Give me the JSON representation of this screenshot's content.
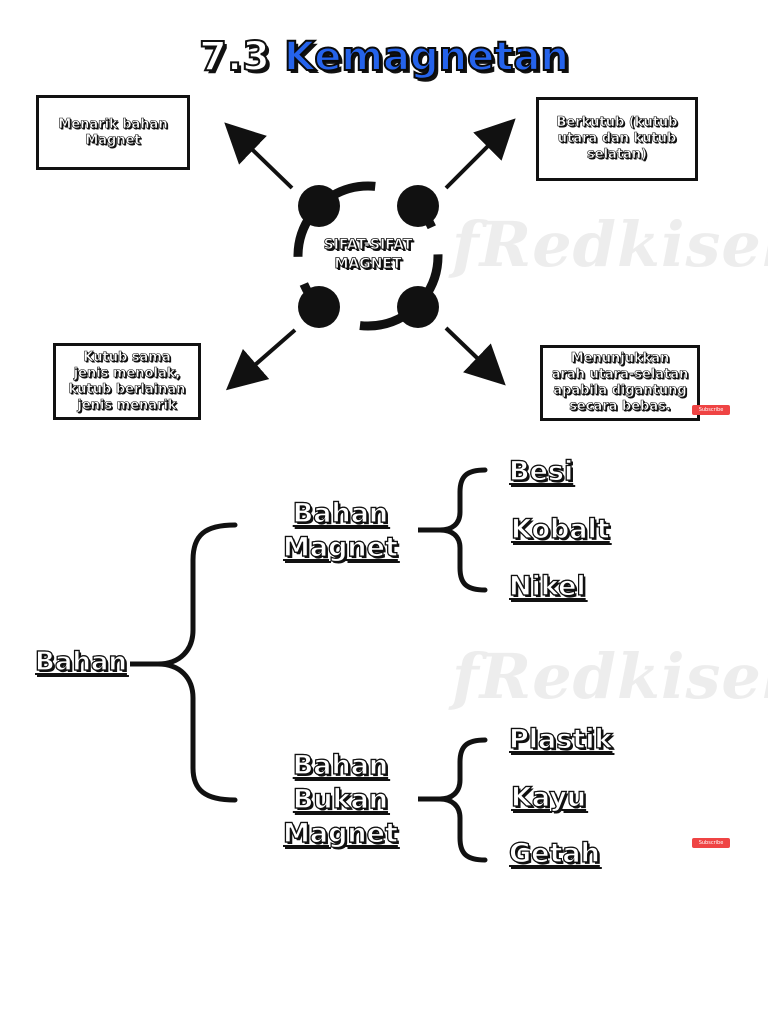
{
  "title": {
    "number": "7.3",
    "word": "Kemagnetan"
  },
  "center": {
    "label": "SIFAT-SIFAT\nMAGNET"
  },
  "properties": {
    "top_left": "Menarik bahan\nMagnet",
    "top_right": "Berkutub (kutub\nutara dan kutub\nselatan)",
    "bottom_left": "Kutub sama\njenis menolak,\nkutub berlainan\njenis menarik",
    "bottom_right": "Menunjukkan\narah utara-selatan\napabila digantung\nsecara bebas."
  },
  "classification": {
    "root": "Bahan",
    "magnetic": {
      "label": "Bahan\nMagnet",
      "items": [
        "Besi",
        "Kobalt",
        "Nikel"
      ]
    },
    "non_magnetic": {
      "label": "Bahan\nBukan\nMagnet",
      "items": [
        "Plastik",
        "Kayu",
        "Getah"
      ]
    }
  },
  "watermark": "fRedkisel",
  "subscribe_label": "Subscribe",
  "colors": {
    "title_accent": "#2563eb",
    "outline": "#111111",
    "subscribe": "#ef4444"
  }
}
